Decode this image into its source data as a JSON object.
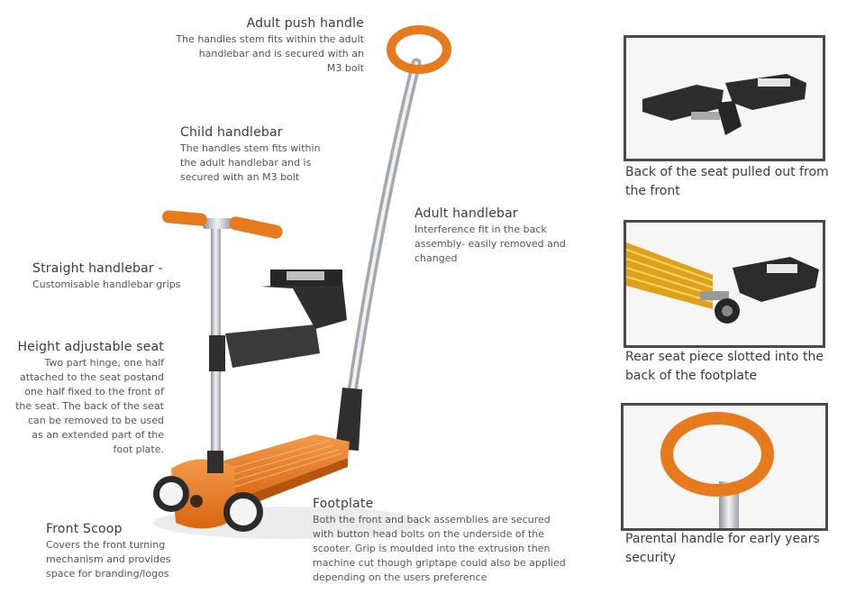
{
  "annotations": {
    "adult_push_handle": {
      "title": "Adult push handle",
      "desc": [
        "The handles stem fits within the adult",
        "handlebar and is secured with an",
        "M3 bolt"
      ]
    },
    "child_handlebar": {
      "title": "Child handlebar",
      "desc": [
        "The handles stem fits within",
        "the adult handlebar and is",
        "secured with an M3 bolt"
      ]
    },
    "adult_handlebar": {
      "title": "Adult handlebar",
      "desc": [
        "Interference fit in the back",
        "assembly- easily removed and",
        "changed"
      ]
    },
    "straight_handlebar": {
      "title": "Straight handlebar -",
      "desc": [
        "Customisable handlebar grips"
      ]
    },
    "height_adjustable_seat": {
      "title": "Height adjustable seat",
      "desc": [
        "Two part hinge, one half",
        "attached to the seat postand",
        "one half fixed to the front of",
        "the seat. The back of the seat",
        "can be removed to be used",
        "as an extended part of the",
        "foot plate."
      ]
    },
    "footplate": {
      "title": "Footplate",
      "desc": [
        "Both the front and back assemblies are secured",
        "with button head bolts on the underside of the",
        "scooter. Grip is moulded into the extrusion then",
        "machine cut though griptape could also be applied",
        "depending on the users preference"
      ]
    },
    "front_scoop": {
      "title": "Front Scoop",
      "desc": [
        "Covers the front turning",
        "mechanism and provides",
        "space for branding/logos"
      ]
    }
  },
  "panels": [
    {
      "caption": [
        "Back of the seat pulled out from",
        "the front"
      ]
    },
    {
      "caption": [
        "Rear seat piece slotted into the",
        "back of the footplate"
      ]
    },
    {
      "caption": [
        "Parental handle for early years",
        "security"
      ]
    }
  ],
  "colors": {
    "accent": "#E87A1E",
    "dark_plastic": "#2f2f2f",
    "metal": "#c9ccd0",
    "arrow": "#3d3d3d"
  }
}
